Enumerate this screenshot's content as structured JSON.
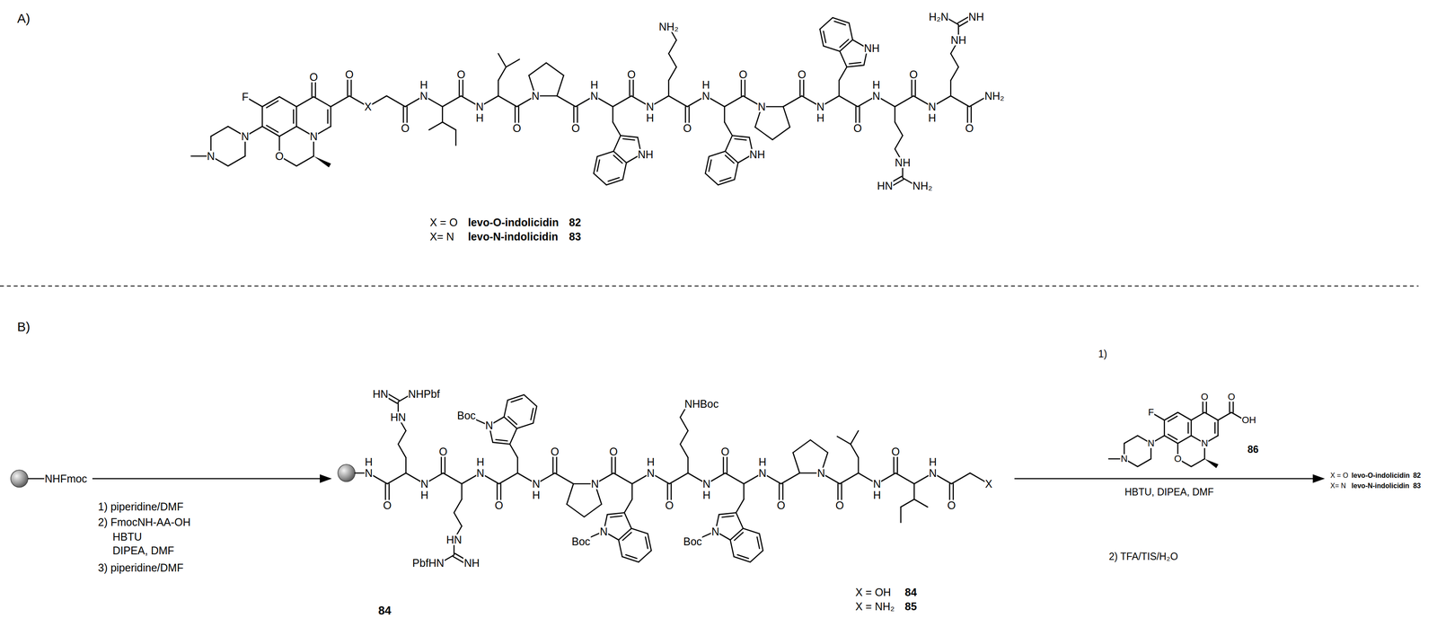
{
  "diagram": {
    "labels": [
      "A)",
      "F",
      "O",
      "N",
      "N",
      "O",
      "N",
      "O",
      "X",
      "O",
      "N",
      "H",
      "O",
      "N",
      "H",
      "O",
      "N",
      "O",
      "N",
      "H",
      "NH",
      "O",
      "N",
      "H",
      "NH₂",
      "O",
      "N",
      "H",
      "NH",
      "O",
      "N",
      "O",
      "N",
      "H",
      "NH",
      "O",
      "N",
      "H",
      "NH",
      "HN",
      "NH₂",
      "O",
      "N",
      "H",
      "NH",
      "H₂N",
      "NH",
      "O",
      "NH₂",
      "X = O",
      "levo-O-indolicidin",
      "82",
      "X= N",
      "levo-N-indolicidin",
      "83",
      "B)",
      "NHFmoc",
      "1) piperidine/DMF",
      "2) FmocNH-AA-OH",
      "HBTU",
      "DIPEA, DMF",
      "3) piperidine/DMF",
      "X",
      "O",
      "N",
      "H",
      "O",
      "N",
      "H",
      "O",
      "N",
      "O",
      "N",
      "H",
      "N",
      "Boc",
      "O",
      "N",
      "H",
      "NHBoc",
      "O",
      "N",
      "H",
      "N",
      "Boc",
      "O",
      "N",
      "O",
      "N",
      "H",
      "N",
      "Boc",
      "O",
      "N",
      "H",
      "HN",
      "NH",
      "PbfHN",
      "O",
      "N",
      "H",
      "HN",
      "NHPbf",
      "HN",
      "O",
      "N",
      "H",
      "84",
      "X = OH",
      "84",
      "X = NH₂",
      "85",
      "1)",
      "F",
      "O",
      "N",
      "N",
      "O",
      "N",
      "O",
      "OH",
      "86",
      "HBTU, DIPEA, DMF",
      "2) TFA/TIS/H₂O",
      "X = O",
      "levo-O-indolicidin",
      "82",
      "X= N",
      "levo-N-indolicidin",
      "83"
    ]
  }
}
